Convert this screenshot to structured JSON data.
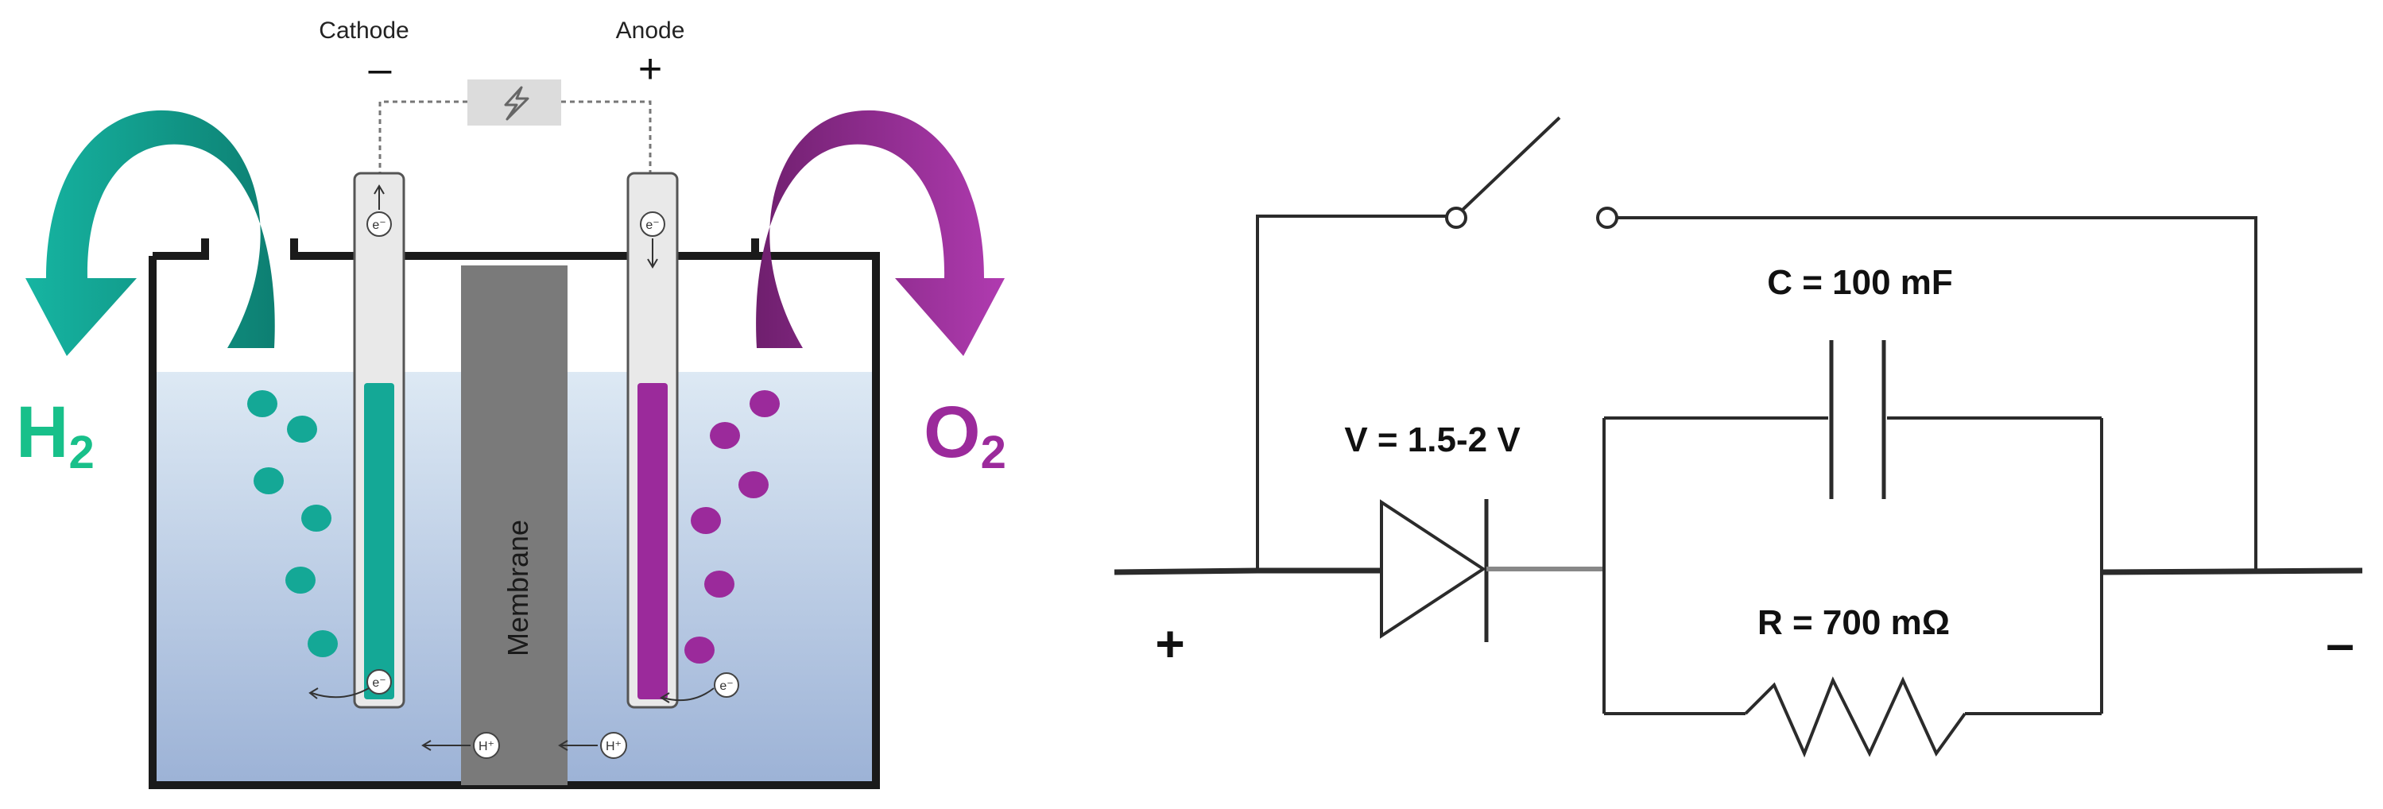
{
  "electrolyzer": {
    "cathode_label": "Cathode",
    "anode_label": "Anode",
    "cathode_sign": "–",
    "anode_sign": "+",
    "membrane_label": "Membrane",
    "h2_main": "H",
    "h2_sub": "2",
    "o2_main": "O",
    "o2_sub": "2",
    "electron_symbol": "e⁻",
    "proton_symbol": "H⁺",
    "colors": {
      "hydrogen": "#14a896",
      "oxygen": "#9b2a9b",
      "membrane": "#7a7a7a",
      "water_top": "#dbe8f3",
      "water_bottom": "#9fb4d6",
      "tank": "#1a1a1a"
    },
    "icons": [
      "lightning-icon",
      "hydrogen-arrow-icon",
      "oxygen-arrow-icon"
    ]
  },
  "circuit": {
    "capacitor_label": "C = 100 mF",
    "voltage_label": "V = 1.5-2 V",
    "resistor_label": "R = 700 mΩ",
    "positive_terminal": "+",
    "negative_terminal": "–",
    "components": [
      "switch",
      "diode",
      "capacitor",
      "resistor"
    ]
  }
}
